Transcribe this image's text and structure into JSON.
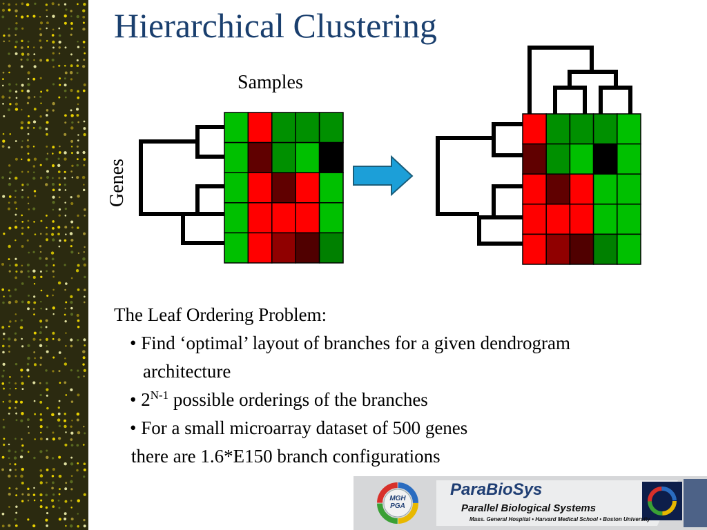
{
  "slide": {
    "title": "Hierarchical Clustering",
    "samples_label": "Samples",
    "genes_label": "Genes"
  },
  "heatmap_left": [
    [
      "#00c000",
      "#ff0000",
      "#009000",
      "#009000",
      "#009000"
    ],
    [
      "#00c000",
      "#600000",
      "#009000",
      "#00c000",
      "#000000"
    ],
    [
      "#00c000",
      "#ff0000",
      "#600000",
      "#ff0000",
      "#00c000"
    ],
    [
      "#00c000",
      "#ff0000",
      "#ff0000",
      "#ff0000",
      "#00c000"
    ],
    [
      "#00c000",
      "#ff0000",
      "#900000",
      "#500000",
      "#008000"
    ]
  ],
  "heatmap_right": [
    [
      "#ff0000",
      "#009000",
      "#009000",
      "#009000",
      "#00c000"
    ],
    [
      "#600000",
      "#009000",
      "#00c000",
      "#000000",
      "#00c000"
    ],
    [
      "#ff0000",
      "#600000",
      "#ff0000",
      "#00c000",
      "#00c000"
    ],
    [
      "#ff0000",
      "#ff0000",
      "#ff0000",
      "#00c000",
      "#00c000"
    ],
    [
      "#ff0000",
      "#900000",
      "#500000",
      "#008000",
      "#00c000"
    ]
  ],
  "colors": {
    "title": "#1a3f6e",
    "arrow": "#1c9fd8",
    "sidebar_bg": "#2b2a10"
  },
  "text": {
    "heading": "The Leaf Ordering Problem:",
    "b1_line1": "• Find ‘optimal’ layout of branches for a given dendrogram",
    "b1_line2": "architecture",
    "b2_pre": "• 2",
    "b2_sup": "N-1",
    "b2_post": " possible orderings of the branches",
    "b3": "• For a small microarray dataset of 500 genes",
    "b3_cont": "there are 1.6*E150 branch configurations"
  },
  "banner": {
    "brand": "ParaBioSys",
    "subtitle": "Parallel Biological Systems",
    "institutions": "Mass. General Hospital • Harvard Medical School • Boston University",
    "badge_line1": "MGH",
    "badge_line2": "PGA"
  },
  "icons": [
    "arrow-right-icon",
    "mgh-pga-logo-icon",
    "dna-array-logo-icon"
  ]
}
